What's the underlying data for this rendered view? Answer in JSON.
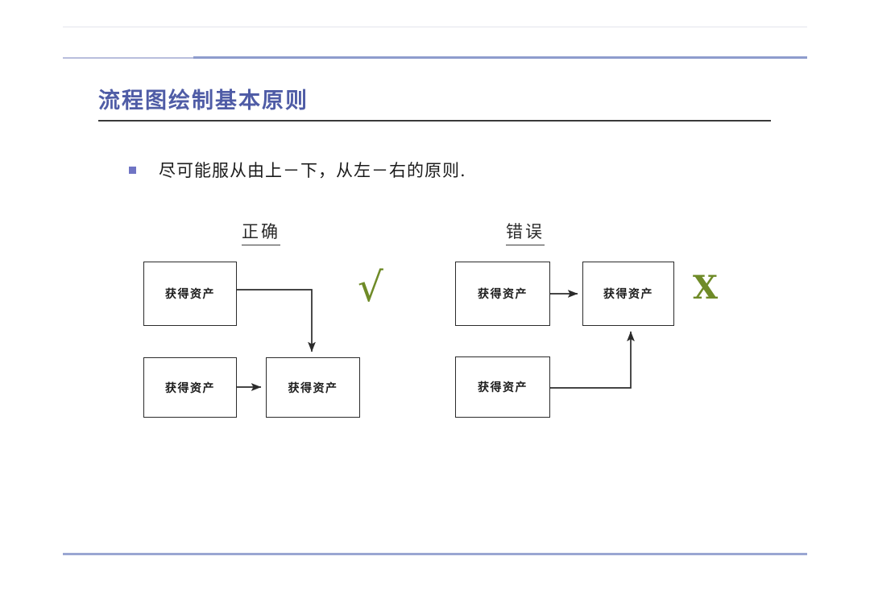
{
  "slide": {
    "title": "流程图绘制基本原则",
    "bullets": [
      {
        "marker": "square-bullet",
        "text": "尽可能服从由上－下，从左－右的原则."
      }
    ],
    "columns": [
      {
        "key": "correct",
        "caption": "正确",
        "verdict_glyph": "√",
        "verdict_name": "check-mark"
      },
      {
        "key": "wrong",
        "caption": "错误",
        "verdict_glyph": "X",
        "verdict_name": "cross-mark"
      }
    ]
  },
  "diagrams": {
    "correct": {
      "caption": "正确",
      "nodes": [
        {
          "id": "l1",
          "label": "获得资产"
        },
        {
          "id": "l2",
          "label": "获得资产"
        },
        {
          "id": "l3",
          "label": "获得资产"
        }
      ],
      "edges": [
        {
          "from": "l1",
          "to": "l3",
          "route": "right-then-down",
          "arrow": "down"
        },
        {
          "from": "l2",
          "to": "l3",
          "route": "straight-right",
          "arrow": "right"
        }
      ]
    },
    "wrong": {
      "caption": "错误",
      "nodes": [
        {
          "id": "r1",
          "label": "获得资产"
        },
        {
          "id": "r2",
          "label": "获得资产"
        },
        {
          "id": "r3",
          "label": "获得资产"
        }
      ],
      "edges": [
        {
          "from": "r1",
          "to": "r2",
          "route": "straight-right",
          "arrow": "right"
        },
        {
          "from": "r3",
          "to": "r2",
          "route": "right-then-up",
          "arrow": "up"
        }
      ]
    }
  },
  "colors": {
    "title": "#4f5ca6",
    "bullet_marker": "#6f74c4",
    "header_rule": "#8e9ccd",
    "footer_rule": "#9aa6d2",
    "title_rule": "#3a3a3a",
    "verdict": "#6f8b28",
    "box_border": "#2b2b2b",
    "connector": "#2b2b2b",
    "background": "#ffffff"
  }
}
